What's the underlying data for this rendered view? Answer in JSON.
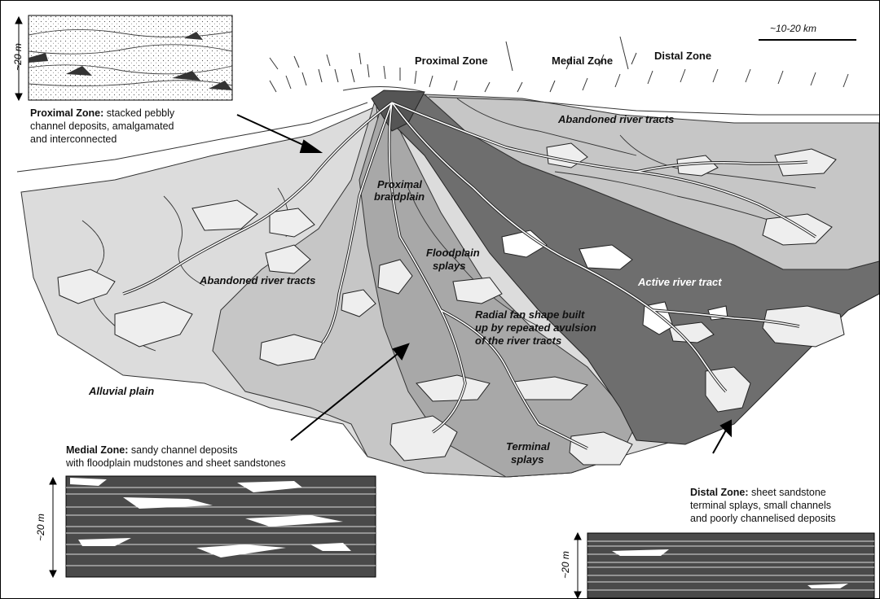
{
  "scale_bar": {
    "label": "~10-20 km"
  },
  "zones_header": {
    "proximal": "Proximal Zone",
    "medial": "Medial Zone",
    "distal": "Distal Zone"
  },
  "map_labels": {
    "abandoned_right": "Abandoned river tracts",
    "proximal_braidplain_1": "Proximal",
    "proximal_braidplain_2": "braidplain",
    "floodplain_1": "Floodplain",
    "floodplain_2": "splays",
    "abandoned_left": "Abandoned river tracts",
    "active_tract": "Active river tract",
    "radial_1": "Radial fan shape built",
    "radial_2": "up by repeated avulsion",
    "radial_3": "of the river tracts",
    "alluvial_plain": "Alluvial plain",
    "terminal_1": "Terminal",
    "terminal_2": "splays"
  },
  "callouts": {
    "proximal": {
      "title": "Proximal Zone:",
      "line1": " stacked pebbly",
      "line2": "channel deposits, amalgamated",
      "line3": "and interconnected"
    },
    "medial": {
      "title": "Medial Zone:",
      "line1": " sandy channel deposits",
      "line2": "with floodplain mudstones and sheet sandstones"
    },
    "distal": {
      "title": "Distal Zone:",
      "line1": " sheet sandstone",
      "line2": "terminal splays, small channels",
      "line3": "and poorly channelised deposits"
    }
  },
  "section_thickness": {
    "proximal": "~20 m",
    "medial": "~20 m",
    "distal": "~20 m"
  },
  "colors": {
    "active_tract": "#6e6e6e",
    "medial_fan": "#a8a8a8",
    "abandoned_fan": "#c6c6c6",
    "alluvial": "#dcdcdc",
    "splay": "#eeeeee",
    "log_dark": "#4a4a4a"
  }
}
